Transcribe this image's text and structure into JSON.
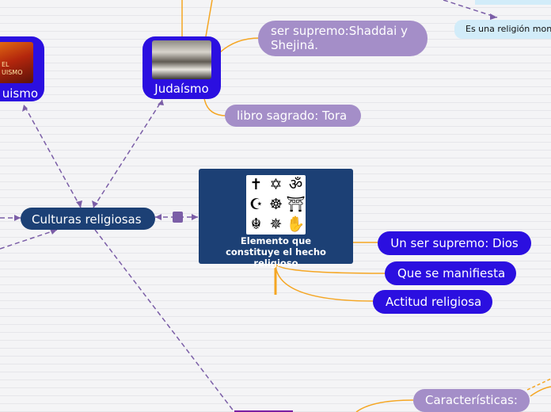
{
  "nodes": {
    "central": "Culturas religiosas",
    "judaismo": "Judaísmo",
    "hinduismo_label": "uismo",
    "hinduismo_image_text": "EL\nUISMO",
    "elemento": "Elemento que constituye el hecho religioso",
    "ser_supremo": "ser supremo:Shaddai y Shejiná.",
    "libro_sagrado": "libro sagrado: Tora",
    "un_ser_supremo": "Un ser supremo: Dios",
    "que_se_manifiesta": "Que se manifiesta",
    "actitud_religiosa": "Actitud religiosa",
    "caracteristicas": "Características:",
    "religion_note": "Es una religión mon"
  },
  "religious_symbols": [
    "✝",
    "✡",
    "ॐ",
    "☪",
    "☸",
    "⛩",
    "☬",
    "✵",
    "✋"
  ],
  "colors": {
    "purple": "#a48ec8",
    "blue": "#2b0fe0",
    "navy": "#1c4075",
    "orange": "#f5a623",
    "connector": "#7b5ea7",
    "light_blue": "#d2ecf9"
  }
}
